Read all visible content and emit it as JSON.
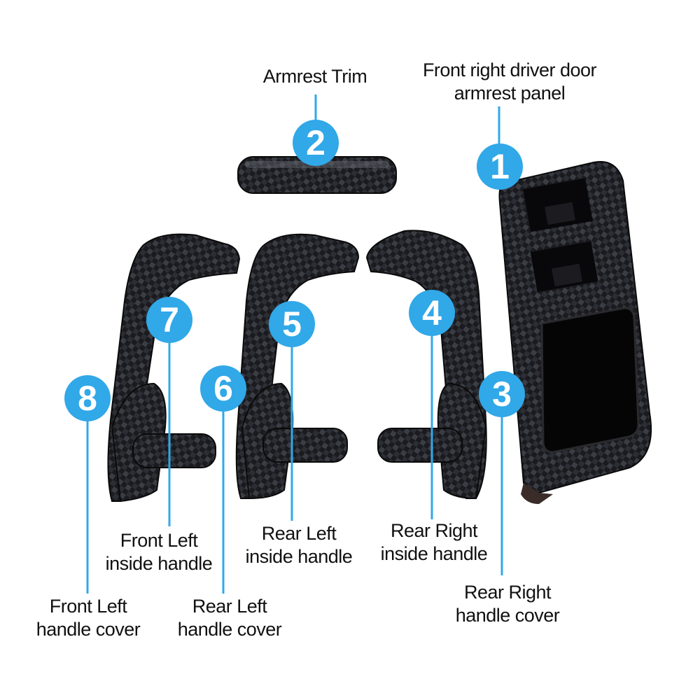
{
  "accent_color": "#31a8e8",
  "parts": [
    {
      "number": "1",
      "label_lines": [
        "Front right driver door",
        "armrest panel"
      ]
    },
    {
      "number": "2",
      "label_lines": [
        "Armrest Trim"
      ]
    },
    {
      "number": "3",
      "label_lines": [
        "Rear Right",
        "handle cover"
      ]
    },
    {
      "number": "4",
      "label_lines": [
        "Rear Right",
        "inside handle"
      ]
    },
    {
      "number": "5",
      "label_lines": [
        "Rear Left",
        "inside handle"
      ]
    },
    {
      "number": "6",
      "label_lines": [
        "Rear Left",
        "handle cover"
      ]
    },
    {
      "number": "7",
      "label_lines": [
        "Front Left",
        "inside handle"
      ]
    },
    {
      "number": "8",
      "label_lines": [
        "Front Left",
        "handle cover"
      ]
    }
  ]
}
